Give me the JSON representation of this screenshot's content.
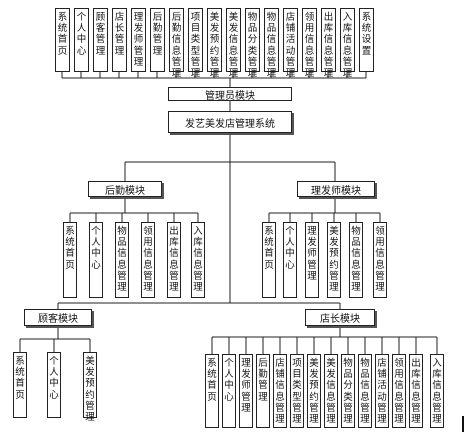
{
  "admin_functions": [
    "系统首页",
    "个人中心",
    "顾客管理",
    "店长管理",
    "理发师管理",
    "后勤管理",
    "后勤信息管理",
    "项目类型管理",
    "美发预约管理",
    "美发信息管理",
    "物品分类管理",
    "物品信息管理",
    "店铺活动管理",
    "领用信息管理",
    "出库信息管理",
    "入库信息管理",
    "系统设置"
  ],
  "admin_module": "管理员模块",
  "system_name": "发艺美发店管理系统",
  "logistics_module": {
    "title": "后勤模块",
    "functions": [
      "系统首页",
      "个人中心",
      "物品信息管理",
      "领用信息管理",
      "出库信息管理",
      "入库信息管理"
    ]
  },
  "barber_module": {
    "title": "理发师模块",
    "functions": [
      "系统首页",
      "个人中心",
      "理发师管理",
      "美发预约管理",
      "物品信息管理",
      "领用信息管理"
    ]
  },
  "customer_module": {
    "title": "顾客模块",
    "functions": [
      "系统首页",
      "个人中心",
      "美发预约管理"
    ]
  },
  "manager_module": {
    "title": "店长模块",
    "functions": [
      "系统首页",
      "个人中心",
      "理发师管理",
      "后勤管理",
      "店铺信息管理",
      "项目类型管理",
      "美发预约管理",
      "美发信息管理",
      "物品分类管理",
      "物品信息管理",
      "店铺活动管理",
      "领用信息管理",
      "出库信息管理",
      "入库信息管理"
    ]
  }
}
